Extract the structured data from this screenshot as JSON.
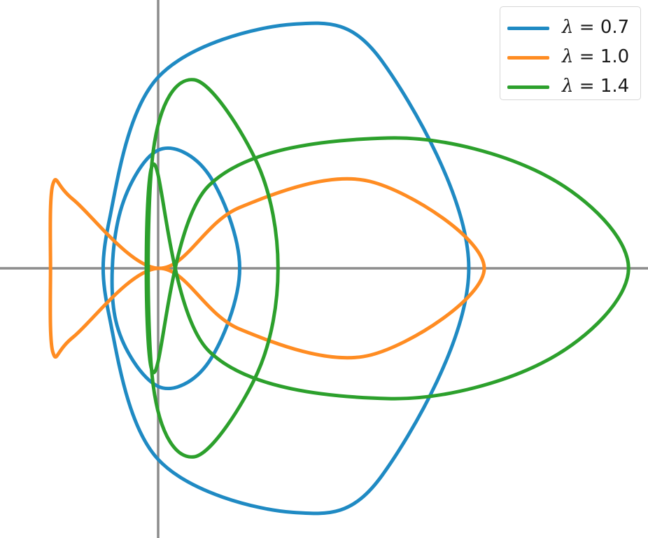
{
  "chart_data": {
    "type": "line",
    "title": "",
    "xlabel": "",
    "ylabel": "",
    "grid": false,
    "axes": "zero lines only, no ticks",
    "legend_location": "top-right",
    "series": [
      {
        "name": "λ = 0.7",
        "symbol": "λ",
        "value_text": "0.7",
        "color": "#1f8ac3",
        "curves": [
          {
            "x": [
              1.0,
              0.62,
              0.0,
              -0.48,
              -0.52,
              0.0,
              0.62,
              1.0
            ],
            "y": [
              0.0,
              1.08,
              1.36,
              0.6,
              -0.6,
              -1.36,
              -1.08,
              0.0
            ]
          },
          {
            "x": [
              3.81,
              2.75,
              1.65,
              0.0,
              -0.6,
              -0.6,
              0.0,
              1.65,
              2.75,
              3.81
            ],
            "y": [
              0.0,
              2.38,
              2.81,
              2.2,
              0.55,
              -0.55,
              -2.2,
              -2.81,
              -2.38,
              0.0
            ]
          }
        ]
      },
      {
        "name": "λ = 1.0",
        "symbol": "λ",
        "value_text": "1.0",
        "color": "#ff8c22",
        "curves": [
          {
            "x": [
              4.0,
              2.6,
              1.0,
              0.0,
              -1.04,
              -1.29,
              -1.32,
              -1.29,
              -1.04,
              0.0,
              1.0,
              2.6,
              4.0
            ],
            "y": [
              0.0,
              1.0,
              0.7,
              0.0,
              0.79,
              0.97,
              0.0,
              -0.97,
              -0.79,
              0.0,
              -0.7,
              -1.0,
              0.0
            ]
          }
        ]
      },
      {
        "name": "λ = 1.4",
        "symbol": "λ",
        "value_text": "1.4",
        "color": "#2ca02c",
        "curves": [
          {
            "x": [
              1.47,
              1.22,
              0.44,
              -0.06,
              -0.06,
              0.44,
              1.22,
              1.47
            ],
            "y": [
              0.0,
              1.2,
              2.17,
              1.35,
              -1.35,
              -2.17,
              -1.2,
              0.0
            ]
          },
          {
            "x": [
              5.77,
              4.79,
              2.82,
              0.62,
              -0.06,
              -0.06,
              0.62,
              2.82,
              4.79,
              5.77
            ],
            "y": [
              0.0,
              1.05,
              1.5,
              0.95,
              -1.2,
              1.2,
              -0.95,
              -1.5,
              -1.05,
              0.0
            ]
          }
        ]
      }
    ]
  }
}
